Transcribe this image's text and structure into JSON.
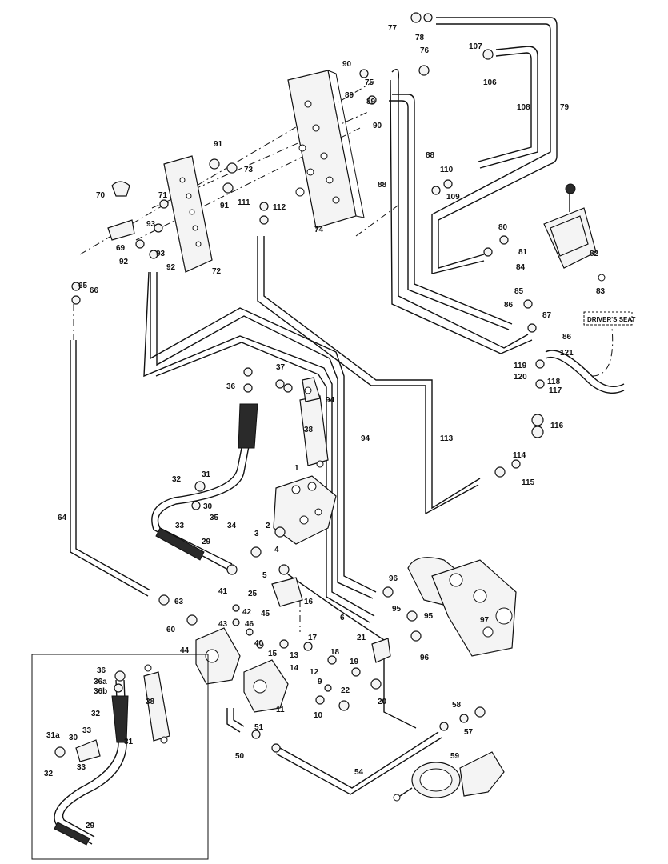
{
  "notes": {
    "drivers_seat": "DRIVER'S SEAT"
  },
  "labels": [
    {
      "id": "l1",
      "text": "1"
    },
    {
      "id": "l2",
      "text": "2"
    },
    {
      "id": "l3",
      "text": "3"
    },
    {
      "id": "l4",
      "text": "4"
    },
    {
      "id": "l5",
      "text": "5"
    },
    {
      "id": "l6",
      "text": "6"
    },
    {
      "id": "l9",
      "text": "9"
    },
    {
      "id": "l10",
      "text": "10"
    },
    {
      "id": "l11",
      "text": "11"
    },
    {
      "id": "l12",
      "text": "12"
    },
    {
      "id": "l13",
      "text": "13"
    },
    {
      "id": "l14",
      "text": "14"
    },
    {
      "id": "l15",
      "text": "15"
    },
    {
      "id": "l16",
      "text": "16"
    },
    {
      "id": "l17",
      "text": "17"
    },
    {
      "id": "l18",
      "text": "18"
    },
    {
      "id": "l19",
      "text": "19"
    },
    {
      "id": "l20",
      "text": "20"
    },
    {
      "id": "l21",
      "text": "21"
    },
    {
      "id": "l22",
      "text": "22"
    },
    {
      "id": "l25",
      "text": "25"
    },
    {
      "id": "l29",
      "text": "29"
    },
    {
      "id": "l30",
      "text": "30"
    },
    {
      "id": "l31",
      "text": "31"
    },
    {
      "id": "l32",
      "text": "32"
    },
    {
      "id": "l33",
      "text": "33"
    },
    {
      "id": "l34",
      "text": "34"
    },
    {
      "id": "l35",
      "text": "35"
    },
    {
      "id": "l36",
      "text": "36"
    },
    {
      "id": "l37",
      "text": "37"
    },
    {
      "id": "l38",
      "text": "38"
    },
    {
      "id": "l40",
      "text": "40"
    },
    {
      "id": "l41",
      "text": "41"
    },
    {
      "id": "l42",
      "text": "42"
    },
    {
      "id": "l43",
      "text": "43"
    },
    {
      "id": "l44",
      "text": "44"
    },
    {
      "id": "l45",
      "text": "45"
    },
    {
      "id": "l46",
      "text": "46"
    },
    {
      "id": "l50",
      "text": "50"
    },
    {
      "id": "l51",
      "text": "51"
    },
    {
      "id": "l54",
      "text": "54"
    },
    {
      "id": "l57",
      "text": "57"
    },
    {
      "id": "l58",
      "text": "58"
    },
    {
      "id": "l59",
      "text": "59"
    },
    {
      "id": "l60",
      "text": "60"
    },
    {
      "id": "l63",
      "text": "63"
    },
    {
      "id": "l64",
      "text": "64"
    },
    {
      "id": "l65",
      "text": "65"
    },
    {
      "id": "l66",
      "text": "66"
    },
    {
      "id": "l69",
      "text": "69"
    },
    {
      "id": "l70",
      "text": "70"
    },
    {
      "id": "l71",
      "text": "71"
    },
    {
      "id": "l72",
      "text": "72"
    },
    {
      "id": "l73",
      "text": "73"
    },
    {
      "id": "l74",
      "text": "74"
    },
    {
      "id": "l75",
      "text": "75"
    },
    {
      "id": "l76",
      "text": "76"
    },
    {
      "id": "l77",
      "text": "77"
    },
    {
      "id": "l78",
      "text": "78"
    },
    {
      "id": "l79",
      "text": "79"
    },
    {
      "id": "l80",
      "text": "80"
    },
    {
      "id": "l81",
      "text": "81"
    },
    {
      "id": "l82",
      "text": "82"
    },
    {
      "id": "l83",
      "text": "83"
    },
    {
      "id": "l84",
      "text": "84"
    },
    {
      "id": "l85",
      "text": "85"
    },
    {
      "id": "l86a",
      "text": "86"
    },
    {
      "id": "l86b",
      "text": "86"
    },
    {
      "id": "l87",
      "text": "87"
    },
    {
      "id": "l88a",
      "text": "88"
    },
    {
      "id": "l88b",
      "text": "88"
    },
    {
      "id": "l89a",
      "text": "89"
    },
    {
      "id": "l89b",
      "text": "89"
    },
    {
      "id": "l90a",
      "text": "90"
    },
    {
      "id": "l90b",
      "text": "90"
    },
    {
      "id": "l91a",
      "text": "91"
    },
    {
      "id": "l91b",
      "text": "91"
    },
    {
      "id": "l92a",
      "text": "92"
    },
    {
      "id": "l92b",
      "text": "92"
    },
    {
      "id": "l93a",
      "text": "93"
    },
    {
      "id": "l93b",
      "text": "93"
    },
    {
      "id": "l94a",
      "text": "94"
    },
    {
      "id": "l94b",
      "text": "94"
    },
    {
      "id": "l95a",
      "text": "95"
    },
    {
      "id": "l95b",
      "text": "95"
    },
    {
      "id": "l96a",
      "text": "96"
    },
    {
      "id": "l96b",
      "text": "96"
    },
    {
      "id": "l97",
      "text": "97"
    },
    {
      "id": "l106",
      "text": "106"
    },
    {
      "id": "l107",
      "text": "107"
    },
    {
      "id": "l108",
      "text": "108"
    },
    {
      "id": "l109",
      "text": "109"
    },
    {
      "id": "l110",
      "text": "110"
    },
    {
      "id": "l111",
      "text": "111"
    },
    {
      "id": "l112",
      "text": "112"
    },
    {
      "id": "l113",
      "text": "113"
    },
    {
      "id": "l114",
      "text": "114"
    },
    {
      "id": "l115",
      "text": "115"
    },
    {
      "id": "l116",
      "text": "116"
    },
    {
      "id": "l117",
      "text": "117"
    },
    {
      "id": "l118",
      "text": "118"
    },
    {
      "id": "l119",
      "text": "119"
    },
    {
      "id": "l120",
      "text": "120"
    },
    {
      "id": "l121",
      "text": "121"
    },
    {
      "id": "i36",
      "text": "36"
    },
    {
      "id": "i36a",
      "text": "36a"
    },
    {
      "id": "i36b",
      "text": "36b"
    },
    {
      "id": "i32a",
      "text": "32"
    },
    {
      "id": "i32b",
      "text": "32"
    },
    {
      "id": "i31a",
      "text": "31a"
    },
    {
      "id": "i30",
      "text": "30"
    },
    {
      "id": "i33a",
      "text": "33"
    },
    {
      "id": "i33b",
      "text": "33"
    },
    {
      "id": "i31",
      "text": "31"
    },
    {
      "id": "i38",
      "text": "38"
    },
    {
      "id": "i29",
      "text": "29"
    }
  ]
}
